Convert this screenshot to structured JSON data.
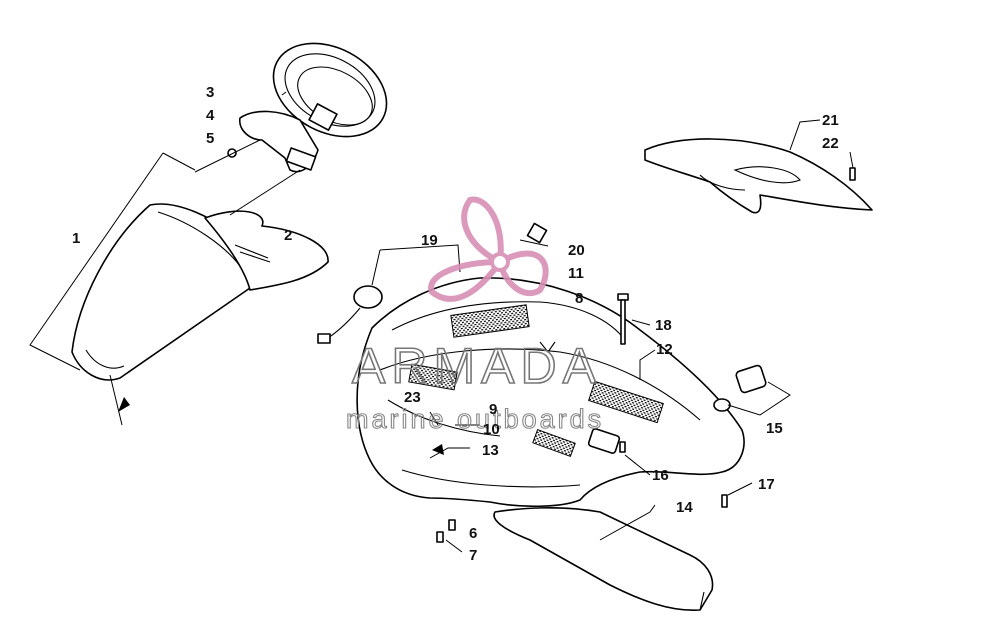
{
  "callouts": [
    {
      "label": "1"
    },
    {
      "label": "2"
    },
    {
      "label": "3"
    },
    {
      "label": "4"
    },
    {
      "label": "5"
    },
    {
      "label": "6"
    },
    {
      "label": "7"
    },
    {
      "label": "8"
    },
    {
      "label": "9"
    },
    {
      "label": "10"
    },
    {
      "label": "11"
    },
    {
      "label": "12"
    },
    {
      "label": "13"
    },
    {
      "label": "14"
    },
    {
      "label": "15"
    },
    {
      "label": "16"
    },
    {
      "label": "17"
    },
    {
      "label": "18"
    },
    {
      "label": "19"
    },
    {
      "label": "20"
    },
    {
      "label": "21"
    },
    {
      "label": "22"
    },
    {
      "label": "23"
    }
  ],
  "watermark": {
    "title": "ARMADA",
    "subtitle": "marine outboards",
    "logo_color": "#d88fb4",
    "text_color": "#808080"
  }
}
